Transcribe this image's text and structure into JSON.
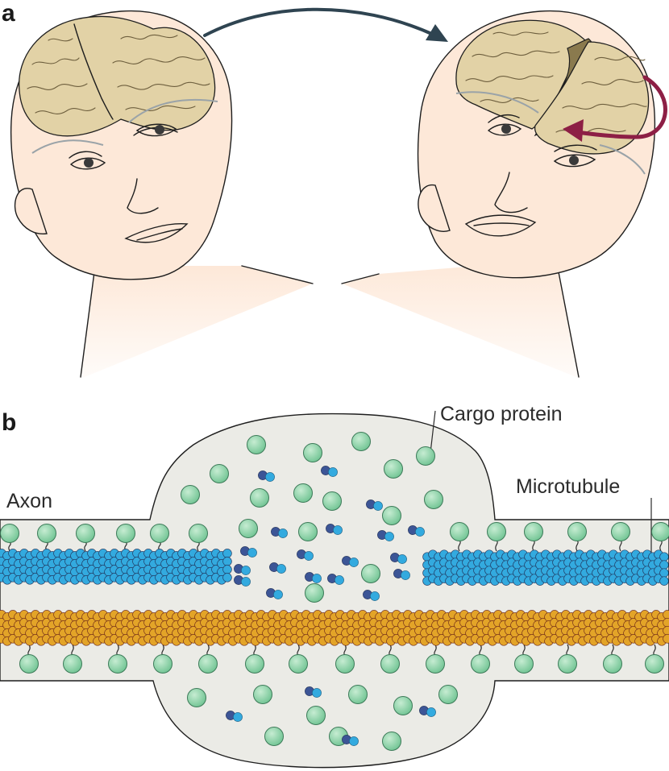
{
  "panels": {
    "a": {
      "label": "a"
    },
    "b": {
      "label": "b"
    }
  },
  "labels": {
    "axon": "Axon",
    "cargo_protein": "Cargo protein",
    "microtubule": "Microtubule"
  },
  "colors": {
    "background": "#ffffff",
    "skin": "#fde8d8",
    "brain": "#e2d2a6",
    "brain_tear": "#8a7a4e",
    "arrow_top": "#2f4451",
    "arrow_rotation": "#8d1f45",
    "axon_fill": "#ebebe6",
    "cargo_protein": "#8fd4a8",
    "tubulin_dark": "#3c5596",
    "tubulin_light": "#33aadf",
    "microtubule_red": "#c12a30",
    "microtubule_gold": "#e3a428"
  },
  "icons": {
    "transition_arrow": "curved-arrow-right",
    "rotation_arrow": "curved-rotation-arrow"
  }
}
